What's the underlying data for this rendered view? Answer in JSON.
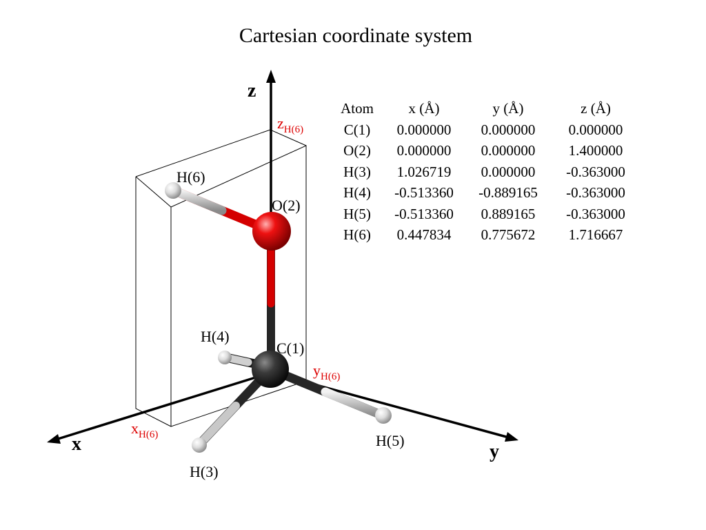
{
  "title": "Cartesian coordinate system",
  "colors": {
    "projection_label": "#dd0000",
    "oxygen": "#dd0000",
    "carbon": "#222222",
    "hydrogen": "#d8d8d8",
    "axes": "#000000"
  },
  "axes": {
    "x": "x",
    "y": "y",
    "z": "z"
  },
  "projection_labels": {
    "x": {
      "base": "x",
      "sub": "H(6)"
    },
    "y": {
      "base": "y",
      "sub": "H(6)"
    },
    "z": {
      "base": "z",
      "sub": "H(6)"
    }
  },
  "atom_labels": {
    "c1": "C(1)",
    "o2": "O(2)",
    "h3": "H(3)",
    "h4": "H(4)",
    "h5": "H(5)",
    "h6": "H(6)"
  },
  "table": {
    "headers": [
      "Atom",
      "x (Å)",
      "y (Å)",
      "z (Å)"
    ],
    "rows": [
      [
        "C(1)",
        "0.000000",
        "0.000000",
        "0.000000"
      ],
      [
        "O(2)",
        "0.000000",
        "0.000000",
        "1.400000"
      ],
      [
        "H(3)",
        "1.026719",
        "0.000000",
        "-0.363000"
      ],
      [
        "H(4)",
        "-0.513360",
        "-0.889165",
        "-0.363000"
      ],
      [
        "H(5)",
        "-0.513360",
        "0.889165",
        "-0.363000"
      ],
      [
        "H(6)",
        "0.447834",
        "0.775672",
        "1.716667"
      ]
    ]
  }
}
